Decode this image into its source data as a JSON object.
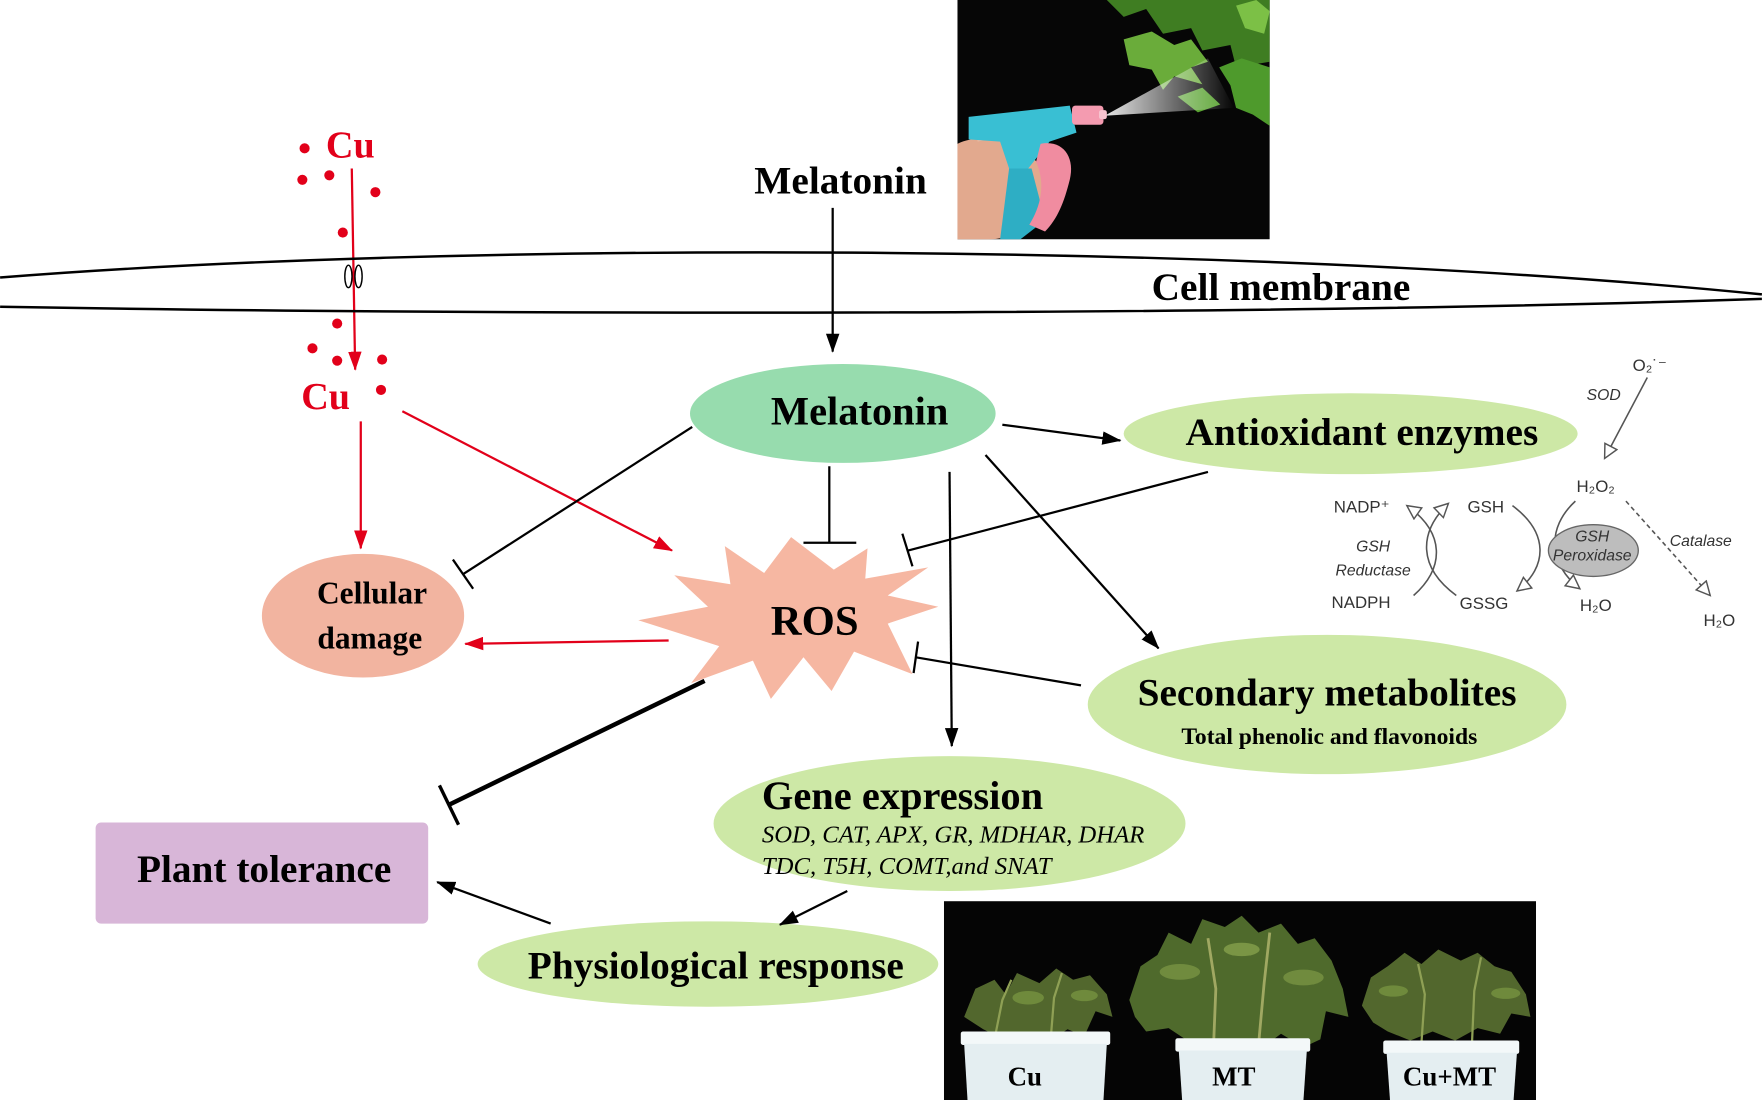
{
  "outside": {
    "cu_label": "Cu",
    "melatonin_label": "Melatonin"
  },
  "membrane_label": "Cell membrane",
  "inside": {
    "cu_label": "Cu"
  },
  "nodes": {
    "melatonin": "Melatonin",
    "antioxidant_enzymes": "Antioxidant enzymes",
    "cellular_damage": [
      "Cellular",
      "damage"
    ],
    "ros": "ROS",
    "secondary_metabolites": {
      "title": "Secondary metabolites",
      "subtitle": "Total phenolic and flavonoids"
    },
    "gene_expression": {
      "title": "Gene expression",
      "genes": [
        "SOD, CAT, APX, GR, MDHAR, DHAR",
        "TDC, T5H, COMT,and SNAT"
      ]
    },
    "plant_tolerance": "Plant tolerance",
    "physiological_response": "Physiological response"
  },
  "pathway": {
    "superoxide": "O₂˙⁻",
    "sod": "SOD",
    "h2o2": "H₂O₂",
    "catalase": "Catalase",
    "h2o_catalase": "H₂O",
    "gsh_peroxidase": [
      "GSH",
      "Peroxidase"
    ],
    "h2o_peroxidase": "H₂O",
    "nadp": "NADP⁺",
    "gsh": "GSH",
    "gsh_reductase": [
      "GSH",
      "Reductase"
    ],
    "nadph": "NADPH",
    "gssg": "GSSG"
  },
  "photo_labels": [
    "Cu",
    "MT",
    "Cu+MT"
  ],
  "colors": {
    "cu_red": "#e2001a",
    "melatonin_fill": "#97dcae",
    "green_fill": "#cde8a6",
    "damage_fill": "#f2b4a0",
    "ros_fill": "#f6b7a2",
    "tolerance_fill": "#d8b6d8",
    "tolerance_text": "#5b2c54",
    "peroxidase_fill": "#bdbdbd"
  }
}
